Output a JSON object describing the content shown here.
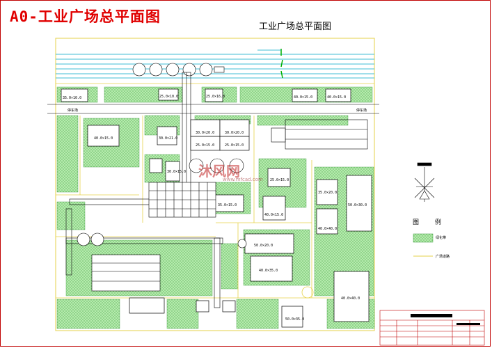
{
  "drawing_title": "A0-工业广场总平面图",
  "plan_title": "工业广场总平面图",
  "watermark": {
    "text": "沐风网",
    "url": "www.mfcad.com"
  },
  "legend": {
    "title": "图 例",
    "green_label": "绿化带",
    "road_label": "广场道路"
  },
  "colors": {
    "green_fill": "#a8e6a0",
    "road_line": "#e6d24a",
    "building_line": "#000000",
    "frame": "#c00000",
    "title_red": "#e00000",
    "cyan_line": "#00a8c8"
  },
  "building_labels": {
    "b1": "35.0×10.0",
    "b2": "25.0×10.0",
    "b3": "25.0×16.0",
    "b4": "40.0×15.0",
    "b5": "40.0×15.0",
    "b6": "40.0×15.0",
    "b7": "30.0×21.0",
    "b8": "30.0×20.0",
    "b9": "30.0×20.0",
    "b10": "25.0×15.0",
    "b11": "25.0×15.0",
    "b12": "50.0×30.0",
    "b13": "40.0×40.0",
    "b14": "35.0×15.0",
    "b15": "40.0×35.0",
    "b16": "25.0×15.0",
    "b17": "50.0×35.0",
    "b18": "35.0×20.0",
    "b19": "40.0×15.0",
    "b20": "30.0×15.0",
    "b21": "50.0×20.0",
    "road_left": "停车场",
    "road_right": "停车场"
  }
}
